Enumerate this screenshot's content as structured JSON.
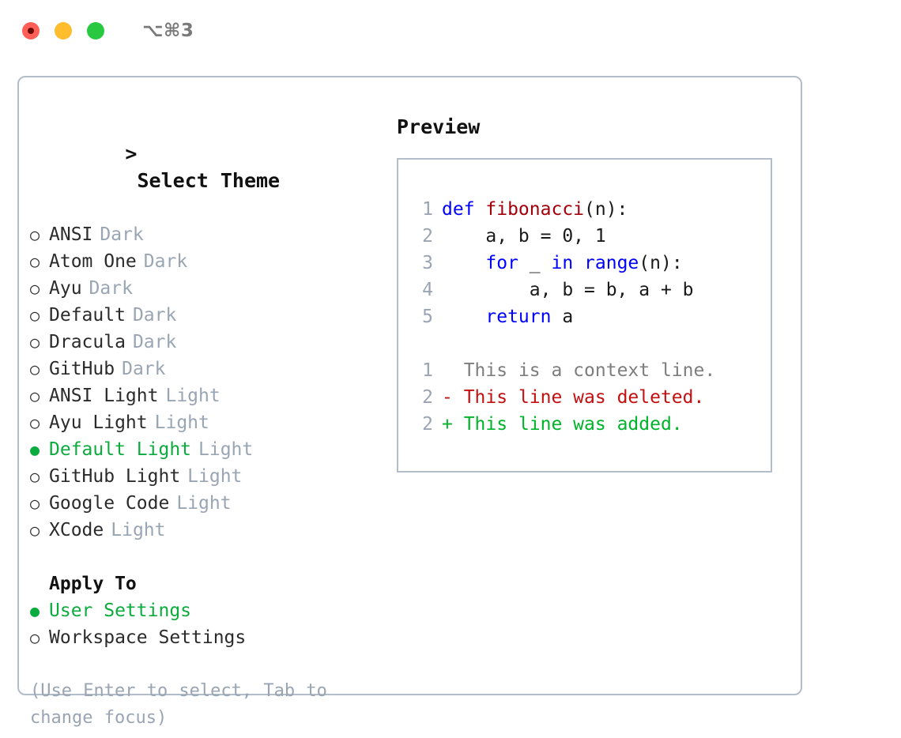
{
  "window": {
    "title": "⌥⌘3",
    "controls": [
      {
        "name": "close",
        "color": "#ff5f57"
      },
      {
        "name": "minimize",
        "color": "#ffbd2e"
      },
      {
        "name": "zoom",
        "color": "#28c840"
      }
    ]
  },
  "theme_panel": {
    "heading": "> Select Theme",
    "caret": ">",
    "heading_text": "Select Theme",
    "bullet_unselected": "○",
    "bullet_selected": "●",
    "items": [
      {
        "label": "ANSI",
        "variant": "Dark",
        "selected": false
      },
      {
        "label": "Atom One",
        "variant": "Dark",
        "selected": false
      },
      {
        "label": "Ayu",
        "variant": "Dark",
        "selected": false
      },
      {
        "label": "Default",
        "variant": "Dark",
        "selected": false
      },
      {
        "label": "Dracula",
        "variant": "Dark",
        "selected": false
      },
      {
        "label": "GitHub",
        "variant": "Dark",
        "selected": false
      },
      {
        "label": "ANSI Light",
        "variant": "Light",
        "selected": false
      },
      {
        "label": "Ayu Light",
        "variant": "Light",
        "selected": false
      },
      {
        "label": "Default Light",
        "variant": "Light",
        "selected": true
      },
      {
        "label": "GitHub Light",
        "variant": "Light",
        "selected": false
      },
      {
        "label": "Google Code",
        "variant": "Light",
        "selected": false
      },
      {
        "label": "XCode",
        "variant": "Light",
        "selected": false
      }
    ]
  },
  "apply_to": {
    "label": "Apply To",
    "options": [
      {
        "label": "User Settings",
        "selected": true
      },
      {
        "label": "Workspace Settings",
        "selected": false
      }
    ]
  },
  "hint": "(Use Enter to select, Tab to change focus)",
  "preview": {
    "title": "Preview",
    "code_lines": [
      {
        "number": "1",
        "tokens": [
          {
            "text": "def ",
            "type": "kw"
          },
          {
            "text": "fibonacci",
            "type": "fn"
          },
          {
            "text": "(n):",
            "type": "plain"
          }
        ]
      },
      {
        "number": "2",
        "tokens": [
          {
            "text": "    a, b = 0, 1",
            "type": "plain"
          }
        ]
      },
      {
        "number": "3",
        "tokens": [
          {
            "text": "    ",
            "type": "plain"
          },
          {
            "text": "for",
            "type": "kw"
          },
          {
            "text": " _ ",
            "type": "plain"
          },
          {
            "text": "in",
            "type": "kw"
          },
          {
            "text": " ",
            "type": "plain"
          },
          {
            "text": "range",
            "type": "kw"
          },
          {
            "text": "(n):",
            "type": "plain"
          }
        ]
      },
      {
        "number": "4",
        "tokens": [
          {
            "text": "        a, b = b, a + b",
            "type": "plain"
          }
        ]
      },
      {
        "number": "5",
        "tokens": [
          {
            "text": "    ",
            "type": "plain"
          },
          {
            "text": "return",
            "type": "kw"
          },
          {
            "text": " a",
            "type": "plain"
          }
        ]
      }
    ],
    "diff_lines": [
      {
        "number": "1",
        "marker": " ",
        "text": " This is a context line.",
        "type": "context"
      },
      {
        "number": "2",
        "marker": "-",
        "text": " This line was deleted.",
        "type": "deleted"
      },
      {
        "number": "2",
        "marker": "+",
        "text": " This line was added.",
        "type": "added"
      }
    ]
  },
  "colors": {
    "accent_green": "#0cab3d",
    "muted": "#9aa5b4",
    "border": "#b3bcc9",
    "keyword": "#0000ff",
    "function": "#a3000b",
    "diff_added": "#00b32b",
    "diff_deleted": "#c40f0f",
    "diff_context": "#7d7d7d"
  }
}
